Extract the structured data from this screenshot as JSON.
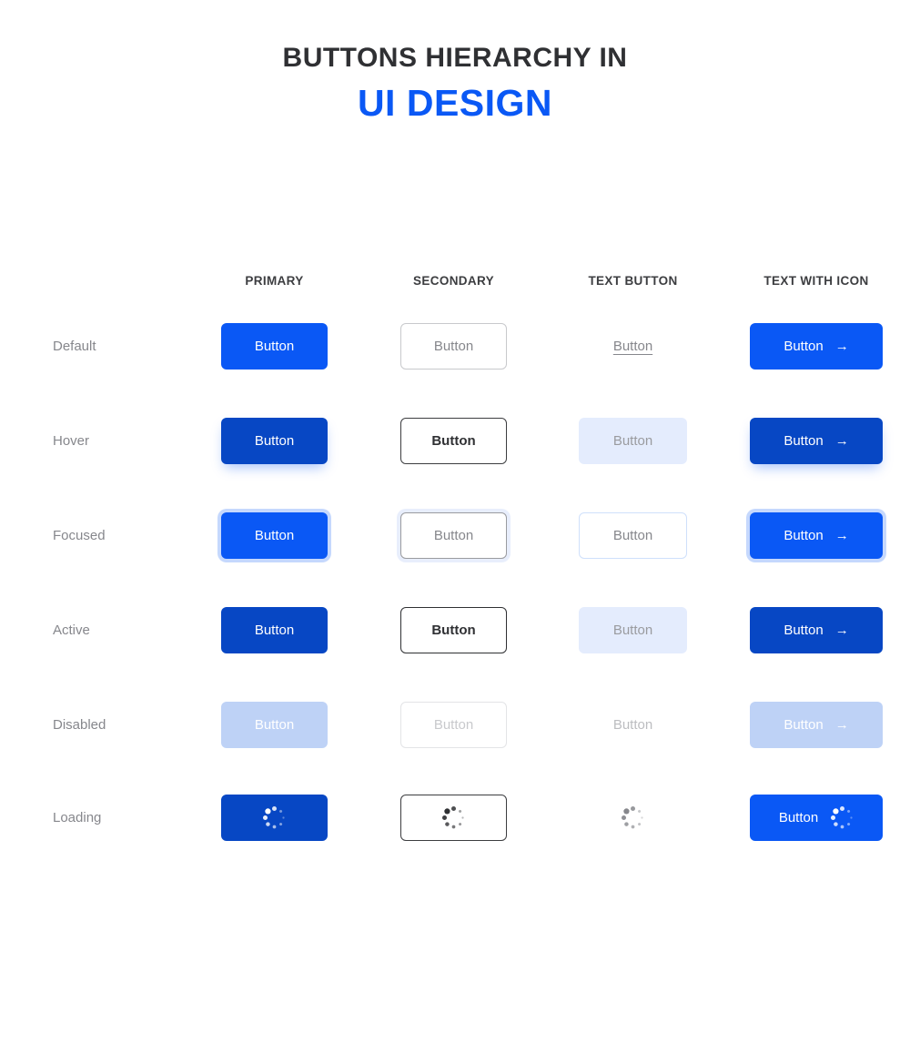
{
  "title": {
    "line1": "BUTTONS HIERARCHY IN",
    "line2": "UI DESIGN",
    "line1_color": "#2f3033",
    "line2_color": "#0a58f5"
  },
  "columns": [
    {
      "key": "primary",
      "label": "PRIMARY"
    },
    {
      "key": "secondary",
      "label": "SECONDARY"
    },
    {
      "key": "text",
      "label": "TEXT BUTTON"
    },
    {
      "key": "icon",
      "label": "TEXT WITH ICON"
    }
  ],
  "rows": [
    {
      "key": "default",
      "label": "Default"
    },
    {
      "key": "hover",
      "label": "Hover"
    },
    {
      "key": "focused",
      "label": "Focused"
    },
    {
      "key": "active",
      "label": "Active"
    },
    {
      "key": "disabled",
      "label": "Disabled"
    },
    {
      "key": "loading",
      "label": "Loading"
    }
  ],
  "button_label": "Button",
  "arrow_icon": "arrow-right-icon",
  "arrow_glyph": "→",
  "spinner_icon": "loading-spinner-icon",
  "cells": {
    "default": {
      "primary": {
        "label": "Button",
        "icon": null,
        "spinner": false
      },
      "secondary": {
        "label": "Button",
        "icon": null,
        "spinner": false
      },
      "text": {
        "label": "Button",
        "icon": null,
        "spinner": false
      },
      "icon": {
        "label": "Button",
        "icon": "→",
        "spinner": false
      }
    },
    "hover": {
      "primary": {
        "label": "Button",
        "icon": null,
        "spinner": false
      },
      "secondary": {
        "label": "Button",
        "icon": null,
        "spinner": false
      },
      "text": {
        "label": "Button",
        "icon": null,
        "spinner": false
      },
      "icon": {
        "label": "Button",
        "icon": "→",
        "spinner": false
      }
    },
    "focused": {
      "primary": {
        "label": "Button",
        "icon": null,
        "spinner": false
      },
      "secondary": {
        "label": "Button",
        "icon": null,
        "spinner": false
      },
      "text": {
        "label": "Button",
        "icon": null,
        "spinner": false
      },
      "icon": {
        "label": "Button",
        "icon": "→",
        "spinner": false
      }
    },
    "active": {
      "primary": {
        "label": "Button",
        "icon": null,
        "spinner": false
      },
      "secondary": {
        "label": "Button",
        "icon": null,
        "spinner": false
      },
      "text": {
        "label": "Button",
        "icon": null,
        "spinner": false
      },
      "icon": {
        "label": "Button",
        "icon": "→",
        "spinner": false
      }
    },
    "disabled": {
      "primary": {
        "label": "Button",
        "icon": null,
        "spinner": false
      },
      "secondary": {
        "label": "Button",
        "icon": null,
        "spinner": false
      },
      "text": {
        "label": "Button",
        "icon": null,
        "spinner": false
      },
      "icon": {
        "label": "Button",
        "icon": "→",
        "spinner": false
      }
    },
    "loading": {
      "primary": {
        "label": "",
        "icon": null,
        "spinner": true
      },
      "secondary": {
        "label": "",
        "icon": null,
        "spinner": true
      },
      "text": {
        "label": "",
        "icon": null,
        "spinner": true
      },
      "icon": {
        "label": "Button",
        "icon": null,
        "spinner": true
      }
    }
  },
  "colors": {
    "brand_blue": "#0a58f5",
    "brand_blue_dark": "#0747c4",
    "brand_blue_disabled": "#bed2f6",
    "focus_ring": "#c5d8fd",
    "text_hover_bg": "#e4ecfd",
    "neutral_text": "#86878c",
    "neutral_dark": "#2f3033",
    "border_light": "#c8c9cc",
    "page_bg": "#ffffff"
  }
}
